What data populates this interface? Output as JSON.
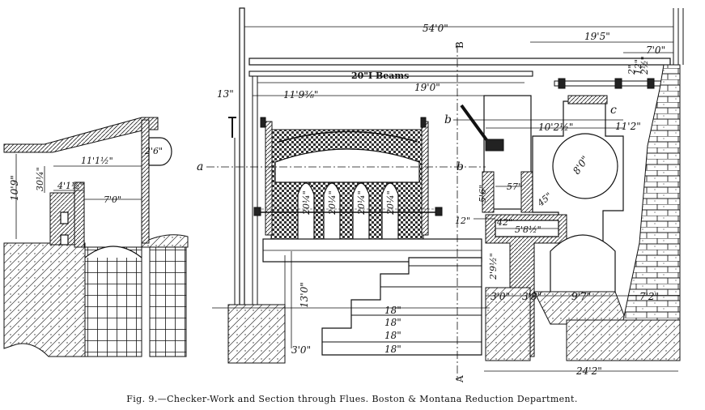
{
  "caption": "Fig. 9.—Checker-Work and Section through Flues. Boston & Montana Reduction Department.",
  "section_labels": {
    "a": "a",
    "b_upper": "b",
    "b_lower": "b",
    "c": "c",
    "B": "B",
    "A": "A"
  },
  "beam_label": "20\"I Beams",
  "dimensions": {
    "overall_top": "54'0\"",
    "right_top": "19'5\"",
    "far_right_top": "7'0\"",
    "beam_span_left": "11'9⅜\"",
    "beam_span_right": "19'0\"",
    "beam_offset": "13\"",
    "flue_width": "10'2½\"",
    "flue_height": "11'2\"",
    "round_flue": "8'0\"",
    "left_total_width": "11'1½\"",
    "left_height": "10'9\"",
    "left_offset": "30¼\"",
    "left_inner": "4'1½\"",
    "left_span": "7'0\"",
    "left_pipe": "2'6\"",
    "checker_1": "20¼\"",
    "checker_2": "20¼\"",
    "checker_3": "20¼\"",
    "checker_4": "20¼\"",
    "vert_5_6": "5'6\"",
    "flue_57": "57\"",
    "flue_42": "42\"",
    "flue_12": "12\"",
    "flue_5_8": "5'8½\"",
    "flue_45": "45\"",
    "flue_2_9": "2'9½\"",
    "stair_height": "13'0\"",
    "step_1": "18\"",
    "step_2": "18\"",
    "step_3": "18\"",
    "step_4": "18\"",
    "base_left": "3'0\"",
    "base_3_0": "3'0\"",
    "base_3_8": "3'8\"",
    "base_9_7": "9'7\"",
    "base_7_2": "7'2\"",
    "bottom_right": "24'2\"",
    "tiny_1": "2\"",
    "tiny_2": "12\"",
    "tiny_3": "2½\""
  }
}
